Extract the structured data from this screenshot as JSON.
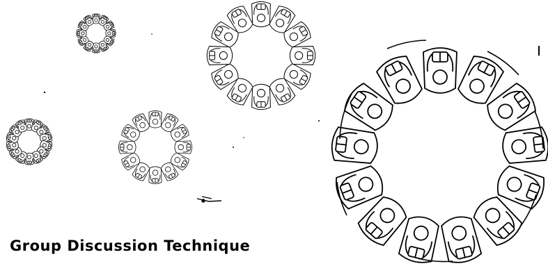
{
  "caption": "Group Discussion Technique",
  "ink_color": "#000000",
  "paper_color": "#ffffff",
  "illustration": {
    "subject": "overhead view of people seated in circles",
    "circles": [
      {
        "people": 12
      },
      {
        "people": 14
      },
      {
        "people": 12
      },
      {
        "people": 12
      },
      {
        "people": 13
      }
    ]
  }
}
